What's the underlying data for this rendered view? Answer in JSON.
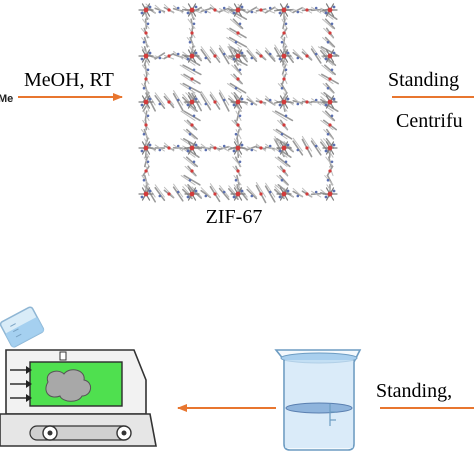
{
  "labels": {
    "me_fragment": "Me",
    "step1": "MeOH, RT",
    "product": "ZIF-67",
    "step2_top": "Standing",
    "step2_bottom": "Centrifu",
    "step3": "Standing,"
  },
  "colors": {
    "arrow": "#e8762f",
    "framework_gray": "#9a9a9a",
    "framework_red": "#d23b3b",
    "framework_blue": "#5a6fb0",
    "screen_green": "#4fe04f",
    "beaker_water": "#a9cfee"
  },
  "icons": {
    "framework": "zif-67-framework-icon",
    "beaker": "beaker-icon",
    "pouring_vessel": "pouring-beaker-icon",
    "device": "spin-coater-device-icon"
  }
}
